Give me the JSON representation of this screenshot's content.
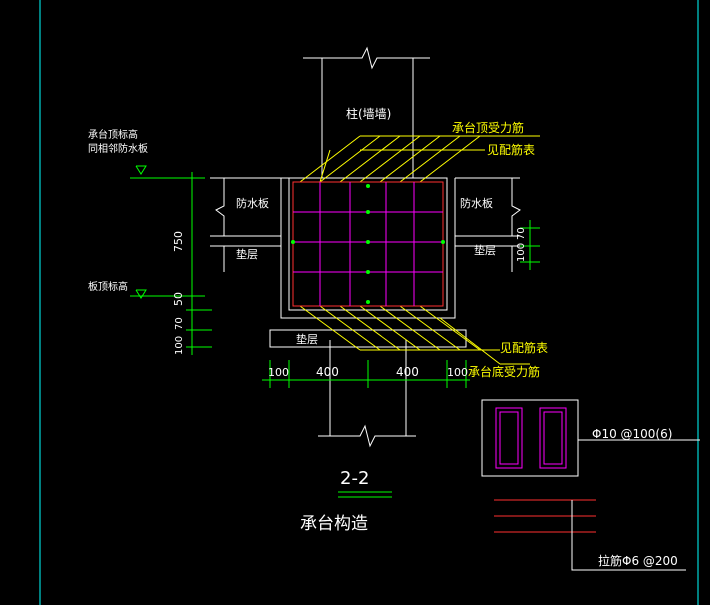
{
  "labels": {
    "column": "柱(墙墙)",
    "pile_cap_top_bar": "承台顶受力筋",
    "see_bar_table_top": "见配筋表",
    "cap_top_elev_line1": "承台顶标高",
    "cap_top_elev_line2": "同相邻防水板",
    "waterproof_slab_left": "防水板",
    "waterproof_slab_right": "防水板",
    "cushion_left": "垫层",
    "cushion_right": "垫层",
    "slab_top_elev": "板顶标高",
    "cushion_bottom": "垫层",
    "see_bar_table_bottom": "见配筋表",
    "pile_cap_bottom_bar": "承台底受力筋",
    "section_mark": "2-2",
    "drawing_title": "承台构造",
    "stirrup_spec": "Φ10 @100(6)",
    "tie_bar_spec": "拉筋Φ6 @200"
  },
  "dimensions": {
    "left_750": "750",
    "left_50": "50",
    "left_100": "100",
    "left_70": "70",
    "right_100": "100",
    "right_70": "70",
    "bottom_100_left": "100",
    "bottom_400_left": "400",
    "bottom_400_right": "400",
    "bottom_100_right": "100"
  },
  "colors": {
    "background": "#000000",
    "frame": "#00ffff",
    "outline": "#ffffff",
    "rebar": "#ff00ff",
    "bar_red": "#ff3030",
    "dim": "#00ff00",
    "leader": "#ffff00",
    "hatch": "#ffff00",
    "text_white": "#ffffff",
    "text_yellow": "#ffff00"
  }
}
